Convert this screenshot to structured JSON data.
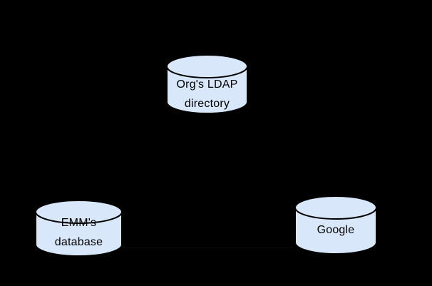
{
  "colors": {
    "background": "#000000",
    "node_fill": "#d9e7fb",
    "node_stroke": "#000000",
    "label_text": "#000000",
    "faint_line": "#0d0d0d"
  },
  "nodes": {
    "ldap": {
      "lines": [
        "Org's LDAP",
        "directory"
      ]
    },
    "emm": {
      "lines": [
        "EMM's",
        "database"
      ]
    },
    "google": {
      "lines": [
        "Google"
      ]
    }
  }
}
